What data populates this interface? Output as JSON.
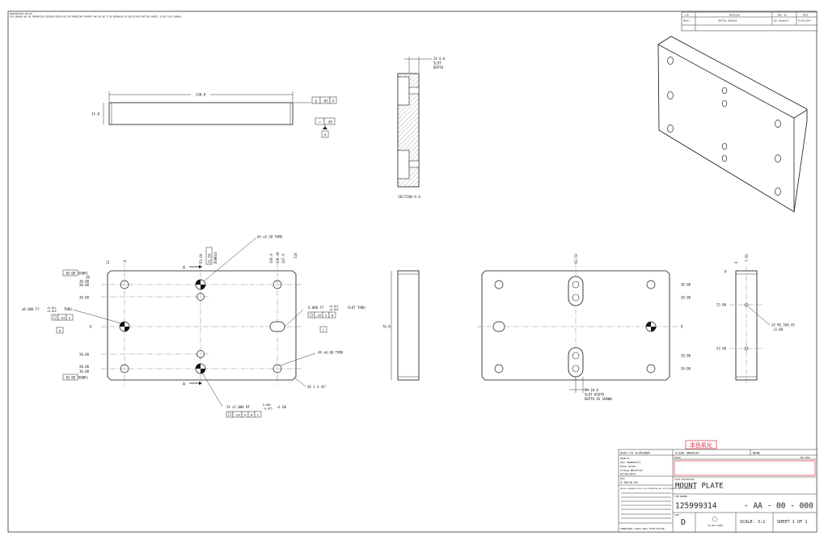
{
  "header": {
    "note_line1": "PROPRIETARY NOTICE",
    "note_line2": "THIS DRAWING AND THE INFORMATION CONTAINED HEREIN ARE THE PROPRIETARY PROPERTY AND ARE NOT TO BE REPRODUCED OR USED WITHOUT WRITTEN CONSENT. DO NOT SCALE DRAWING."
  },
  "revision_table": {
    "headers": [
      "LTR",
      "REVISION",
      "ENG. BY",
      "DATE"
    ],
    "row": [
      "REL01",
      "INITIAL RELEASE",
      "Zac Wadewell",
      "07/02/2024"
    ]
  },
  "top_view": {
    "dim_length": "130.0",
    "dim_height": "15.0",
    "fcf1_symbol": "∥",
    "fcf1_tol": ".05",
    "fcf1_datum": "A",
    "fcf2_symbol": "▱",
    "fcf2_tol": ".05",
    "datum_a": "A"
  },
  "section_view": {
    "slot_note_1": "2X 6.8",
    "slot_note_2": "SLOT",
    "slot_note_3": "DEPTH",
    "label": "SECTION A-A"
  },
  "front_view": {
    "d_30_top": "30.00",
    "d_30_bot": "30.00",
    "dowel": "DOWEL",
    "d_38": "38",
    "d_30b": "30.00",
    "d_20a": "20.00",
    "d_20b": "20.00",
    "d_20c": "20.00",
    "d_20d": "20.00",
    "d_30c": "30.00",
    "d_12": "12",
    "d_0": "0",
    "d_53": "53.00",
    "d_dowel_box": "12.50",
    "d_dowels": "DOWELS",
    "d_100": "100.0",
    "d_106": "106.00",
    "d_107": "107.0",
    "d_116": "116",
    "thru_note": "4X ∅5.50 THRU",
    "dowel_hole_note_1": "∅6.000 F7",
    "dowel_hole_tol_up": "+0.022",
    "dowel_hole_tol_dn": "+0.010",
    "dowel_hole_thru": "THRU",
    "dowel_fcf_tol": ".03",
    "dowel_fcf_datum": "A",
    "datum_b": "B",
    "slot_note_1": "6.000 F7",
    "slot_tol_up": "+0.022",
    "slot_tol_dn": "+0.010",
    "slot_thru": "SLOT THRU",
    "slot_fcf_tol": ".05",
    "slot_fcf_a": "A",
    "slot_fcf_b": "B",
    "datum_c": "C",
    "hole_note": "4X ∅6.60 THRU",
    "chamfer": "4X 3 X 45°",
    "cbore_note": "2X ∅7.000 BT",
    "cbore_tol_up": "0.000",
    "cbore_tol_dn": "-0.015",
    "cbore_depth": "↧1.60",
    "cbore_fcf_tol": ".03",
    "cbore_fcf_a": "A",
    "cbore_fcf_b": "B",
    "cbore_fcf_c": "C",
    "sec_a": "A"
  },
  "side_view": {
    "dim_76": "76.0"
  },
  "back_view": {
    "d_63": "63.50",
    "d_38": "38.00",
    "d_20a": "20.00",
    "d_0": "0",
    "d_20b": "20.00",
    "d_38b": "38.00",
    "slot_note_1": "2X 10.0",
    "slot_note_2": "SLOT WIDTH",
    "slot_note_3": "DEPTH AS SHOWN"
  },
  "edge_view": {
    "d_0": "0",
    "d_750": "7.50",
    "d_0b": "0",
    "d_23": "23.00",
    "d_53": "53.00",
    "thread_note": "2X M2.5X0.45",
    "thread_depth": "↧5.00"
  },
  "title_block": {
    "material": "6061-T6 ALUMINUM",
    "finish_stamp": "本色氧化",
    "finish": "CLEAR ANODIZE",
    "treatment": "NONE",
    "finish_label": "FINISH",
    "mfg_label": "BUY-THRU",
    "drawn_by_label": "DRAWN BY",
    "drawn_by": "Zac Wadewell",
    "detail_review_label": "DETAIL REVIEW",
    "detail_reviewer": "Craig Wheeler",
    "review_date": "07/02/2024",
    "mass_label": "MASS",
    "mass": "0.38216 KG",
    "notes": "UNLESS OTHERWISE SPECIFIED DIMENSIONS ARE IN MILLIMETERS AND TOLERANCES ARE",
    "desc_label": "TITLE DESCRIPTION",
    "title": "MOUNT PLATE",
    "part_label": "ITEM NUMBER",
    "part_number": "125999314",
    "part_suffix": "- AA - 00 - 000",
    "size_label": "SIZE",
    "size": "D",
    "scale": "SCALE: 3:2",
    "sheet": "SHEET 1 OF 1",
    "footer_note": "DIMENSIONAL LIMITS APPLY AFTER PLATING",
    "no_print": "DO NOT PRINT"
  }
}
